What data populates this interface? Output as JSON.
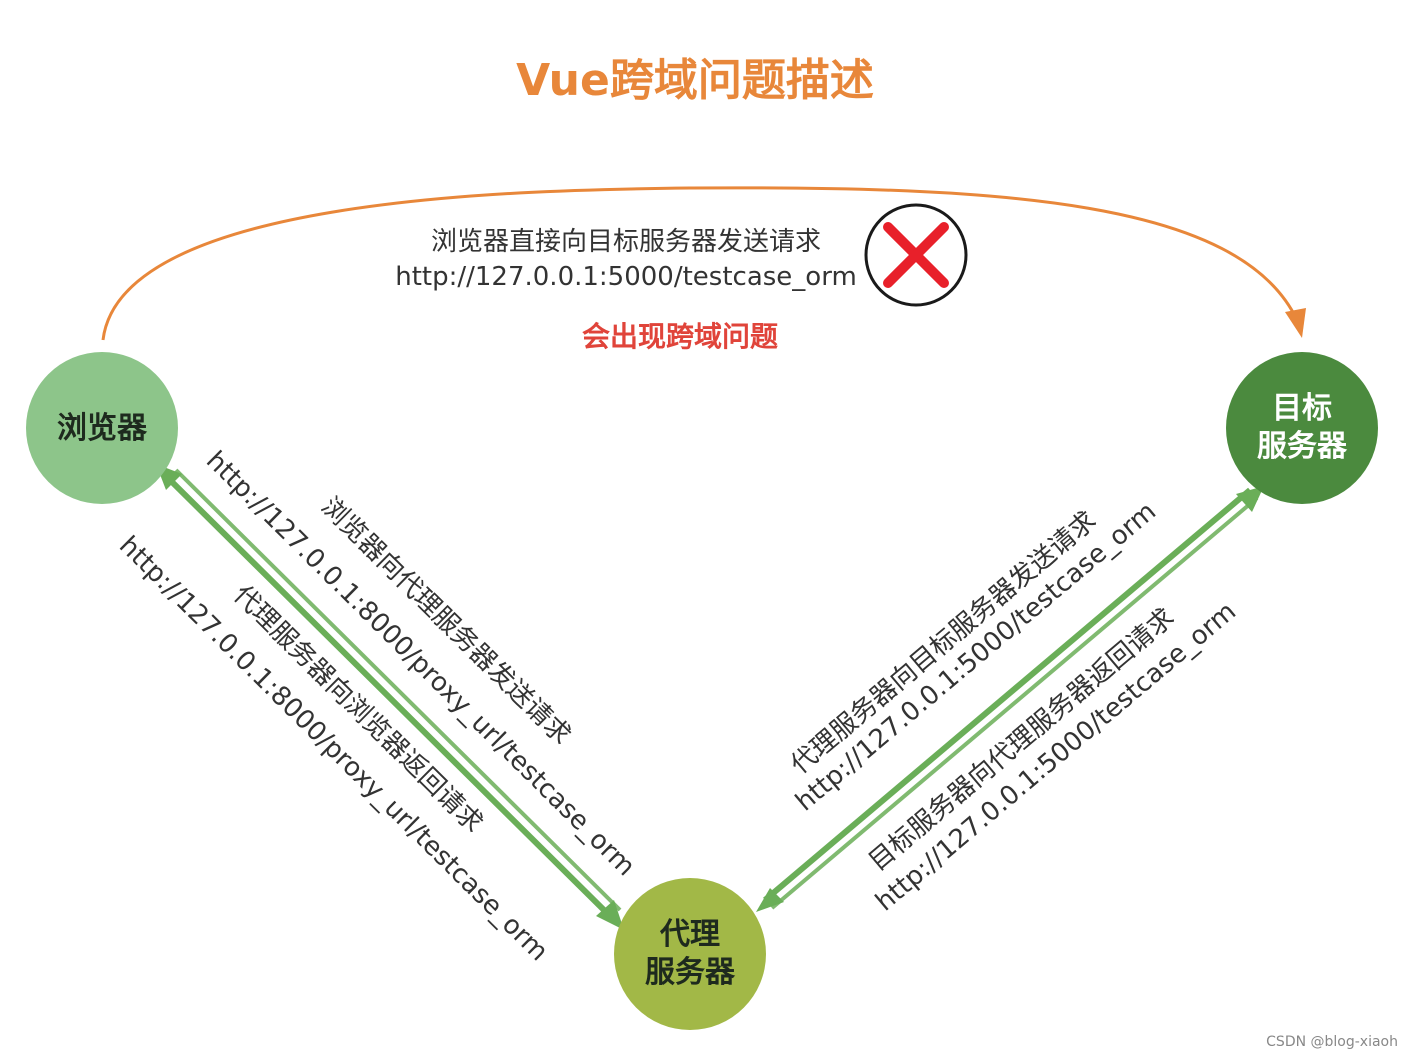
{
  "title": "Vue跨域问题描述",
  "direct": {
    "label": "浏览器直接向目标服务器发送请求",
    "url": "http://127.0.0.1:5000/testcase_orm",
    "warning": "会出现跨域问题",
    "blocked_icon": "red-x-icon"
  },
  "nodes": {
    "browser": "浏览器",
    "target_line1": "目标",
    "target_line2": "服务器",
    "proxy_line1": "代理",
    "proxy_line2": "服务器"
  },
  "edges": {
    "browser_to_proxy": {
      "label": "浏览器向代理服务器发送请求",
      "url": "http://127.0.0.1:8000/proxy_url/testcase_orm"
    },
    "proxy_to_browser": {
      "label": "代理服务器向浏览器返回请求",
      "url": "http://127.0.0.1:8000/proxy_url/testcase_orm"
    },
    "proxy_to_target": {
      "label": "代理服务器向目标服务器发送请求",
      "url": "http://127.0.0.1:5000/testcase_orm"
    },
    "target_to_proxy": {
      "label": "目标服务器向代理服务器返回请求",
      "url": "http://127.0.0.1:5000/testcase_orm"
    }
  },
  "watermark": "CSDN @blog-xiaoh",
  "colors": {
    "title": "#e8873a",
    "warning": "#e0443a",
    "curve": "#e8873a",
    "browser": "#8dc58a",
    "target": "#4b8a3e",
    "proxy": "#a2b847",
    "arrow": "#6aae58",
    "x_mark": "#e8202a"
  }
}
